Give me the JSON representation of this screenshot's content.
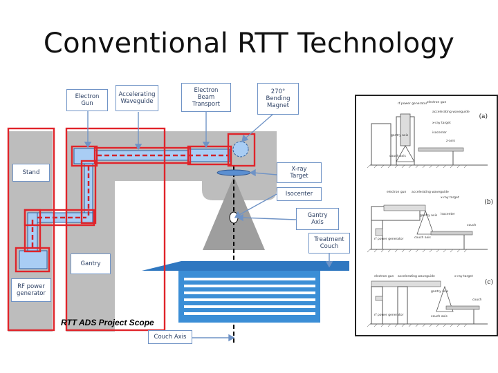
{
  "title": "Conventional RTT Technology",
  "labels": {
    "electron_gun": "Electron\nGun",
    "accelerating_waveguide": "Accelerating\nWaveguide",
    "electron_beam_transport": "Electron\nBeam\nTransport",
    "bending_magnet": "270°\nBending\nMagnet",
    "stand": "Stand",
    "xray_target": "X-ray\nTarget",
    "isocenter": "Isocenter",
    "gantry_axis": "Gantry\nAxis",
    "treatment_couch": "Treatment\nCouch",
    "gantry": "Gantry",
    "rf_power_generator": "RF power\ngenerator",
    "couch_axis": "Couch Axis"
  },
  "scope_label": "RTT ADS Project Scope",
  "panels": {
    "a": {
      "tag": "(a)",
      "annotations": [
        "rf power\ngenerator",
        "electron\ngun",
        "accelerating\nwaveguide",
        "x-ray\ntarget",
        "gantry\naxis",
        "isocenter",
        "z-axis",
        "couch\naxis"
      ]
    },
    "b": {
      "tag": "(b)",
      "annotations": [
        "electron\ngun",
        "accelerating\nwaveguide",
        "x-ray\ntarget",
        "gantry\naxis",
        "isocenter",
        "couch",
        "rf power\ngenerator",
        "couch\naxis"
      ]
    },
    "c": {
      "tag": "(c)",
      "annotations": [
        "accelerating\nwaveguide",
        "electron\ngun",
        "x-ray\ntarget",
        "gantry\naxis",
        "couch",
        "rf power\ngenerator",
        "couch\naxis"
      ]
    }
  },
  "colors": {
    "structure": "#bdbdbd",
    "component": "#a9cdf4",
    "scope_outline": "#e0242a",
    "couch": "#3b8ed6",
    "label_border": "#6f93c6"
  }
}
